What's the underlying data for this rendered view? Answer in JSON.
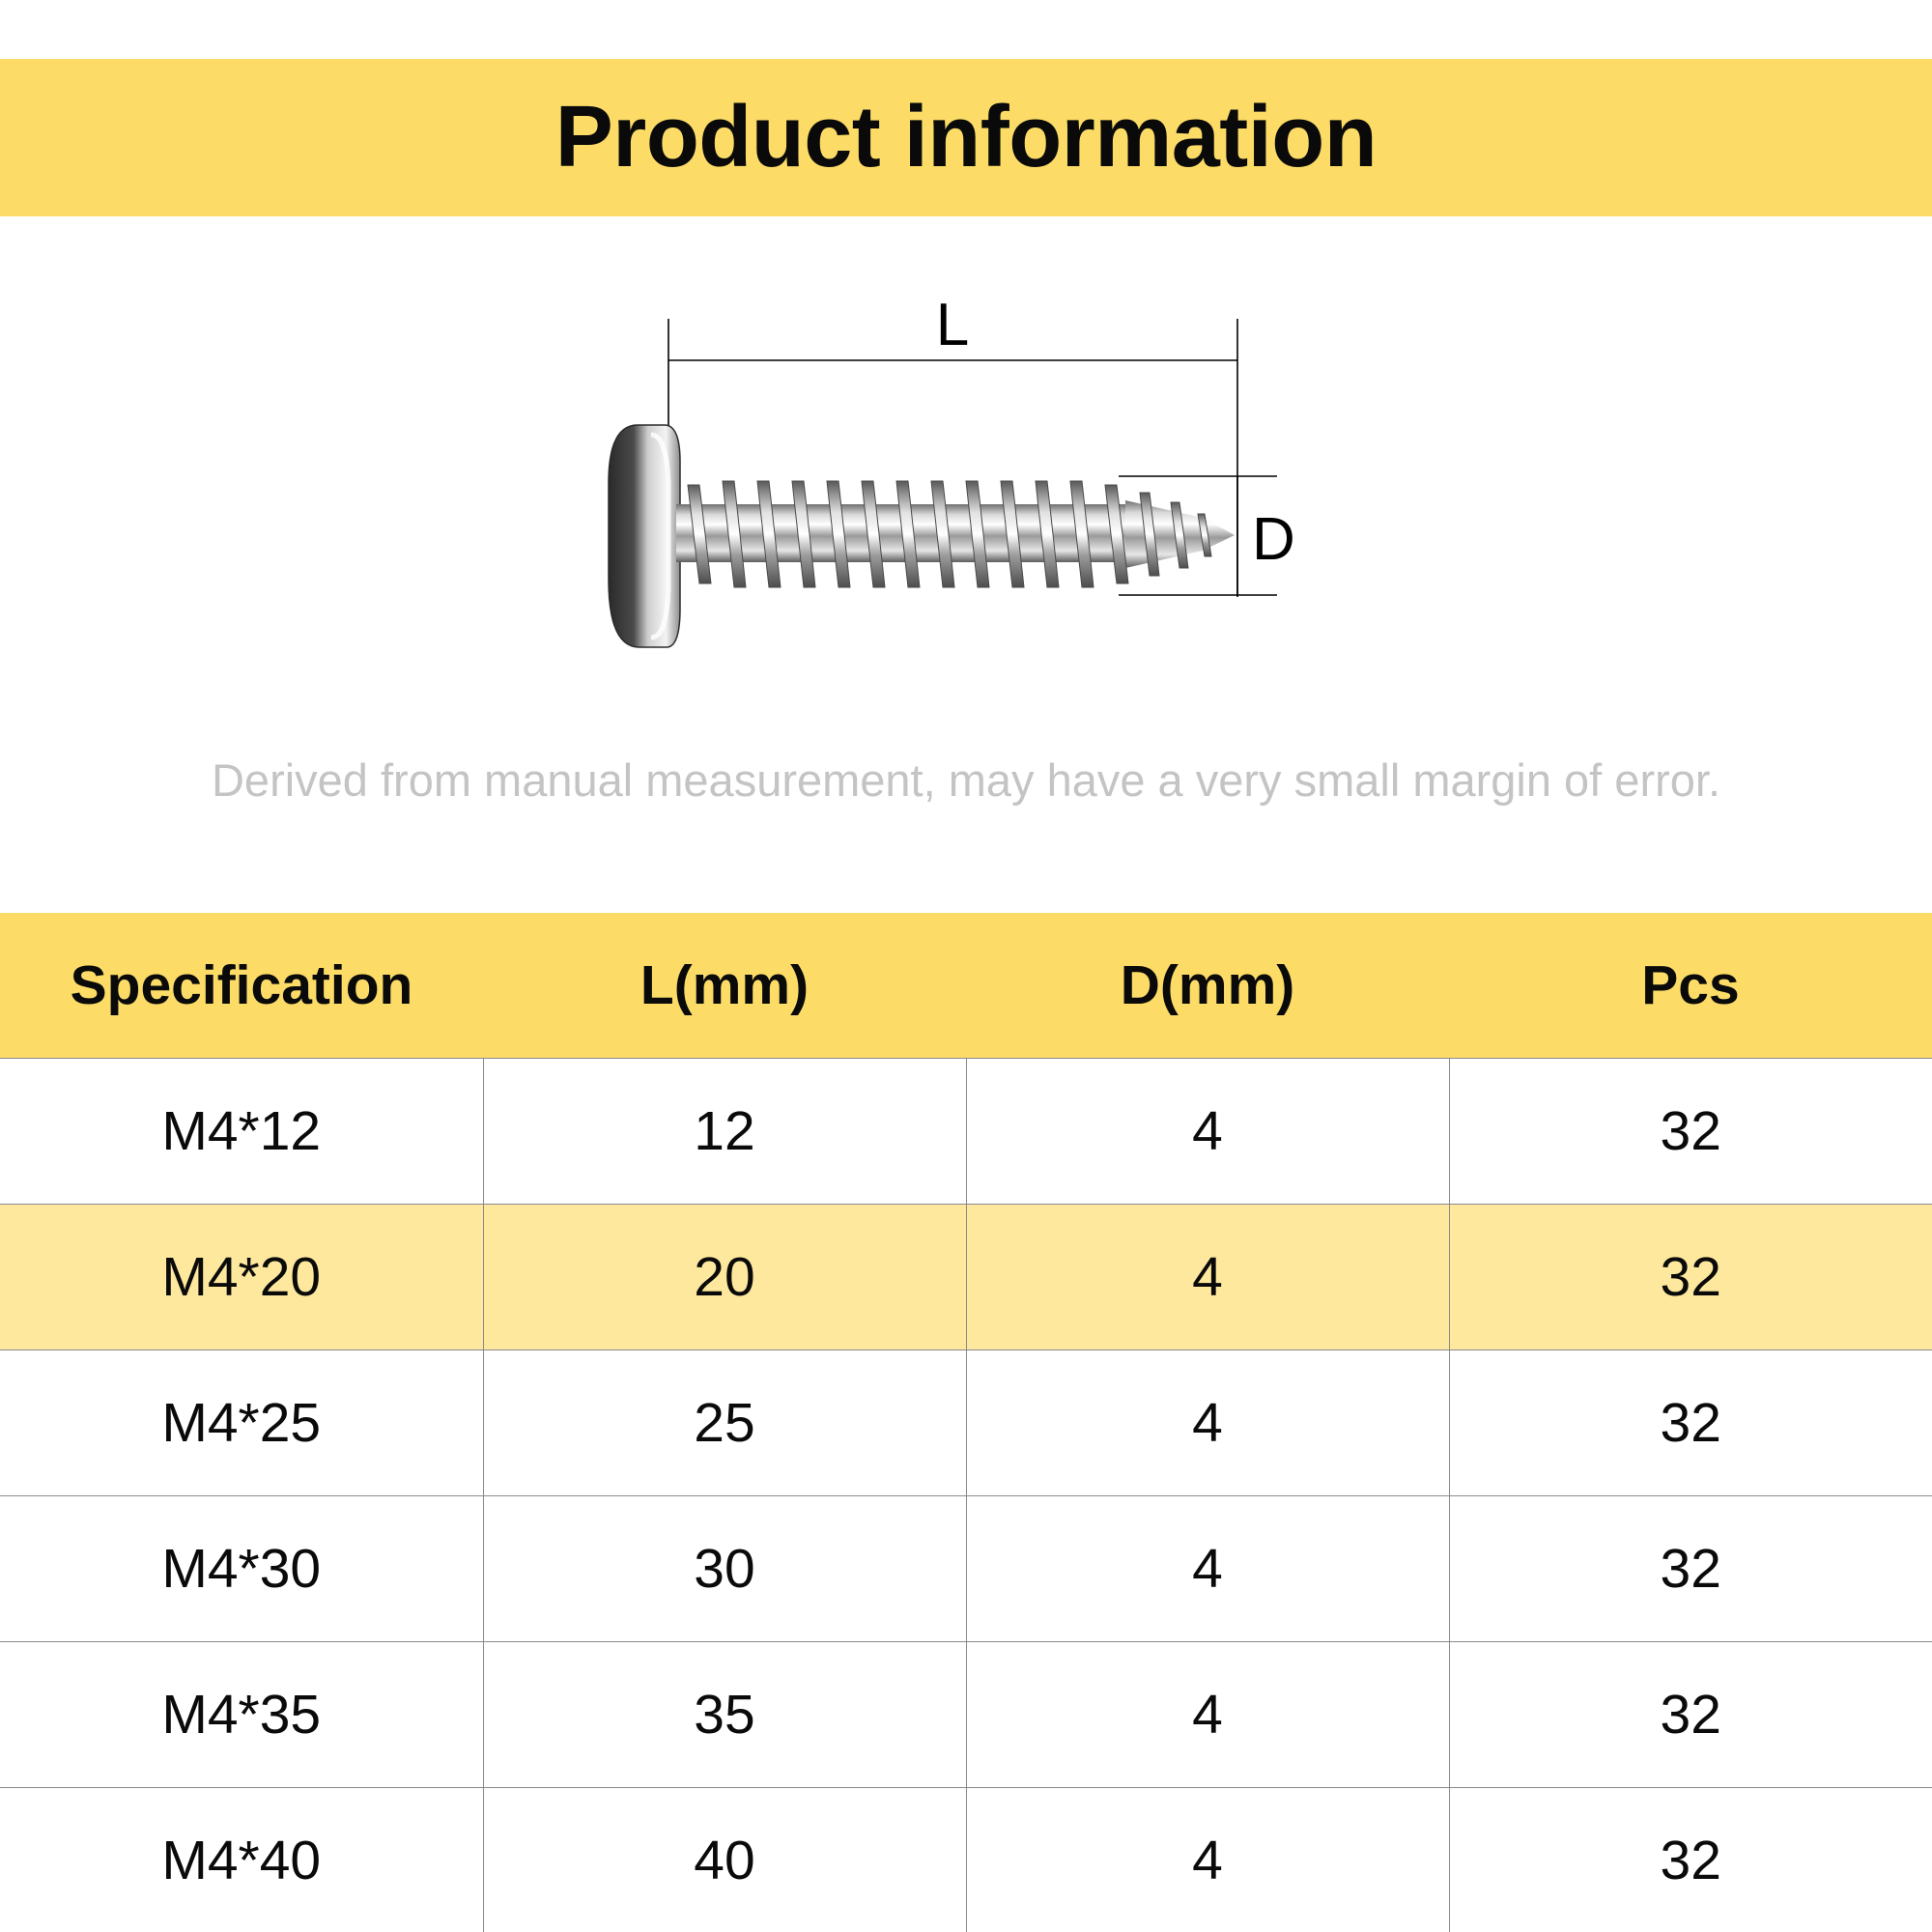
{
  "colors": {
    "band_yellow": "#fcdc66",
    "highlight_row": "#fde89d",
    "note_gray": "#c4c4c4",
    "grid_line": "#8a8a8a"
  },
  "header": {
    "title": "Product information"
  },
  "diagram": {
    "length_label": "L",
    "diameter_label": "D",
    "image": "pan-head-tapping-screw"
  },
  "note": "Derived from manual measurement, may have a very small margin of error.",
  "table": {
    "headers": [
      "Specification",
      "L(mm)",
      "D(mm)",
      "Pcs"
    ],
    "highlighted_row": 1,
    "rows": [
      [
        "M4*12",
        "12",
        "4",
        "32"
      ],
      [
        "M4*20",
        "20",
        "4",
        "32"
      ],
      [
        "M4*25",
        "25",
        "4",
        "32"
      ],
      [
        "M4*30",
        "30",
        "4",
        "32"
      ],
      [
        "M4*35",
        "35",
        "4",
        "32"
      ],
      [
        "M4*40",
        "40",
        "4",
        "32"
      ]
    ]
  }
}
